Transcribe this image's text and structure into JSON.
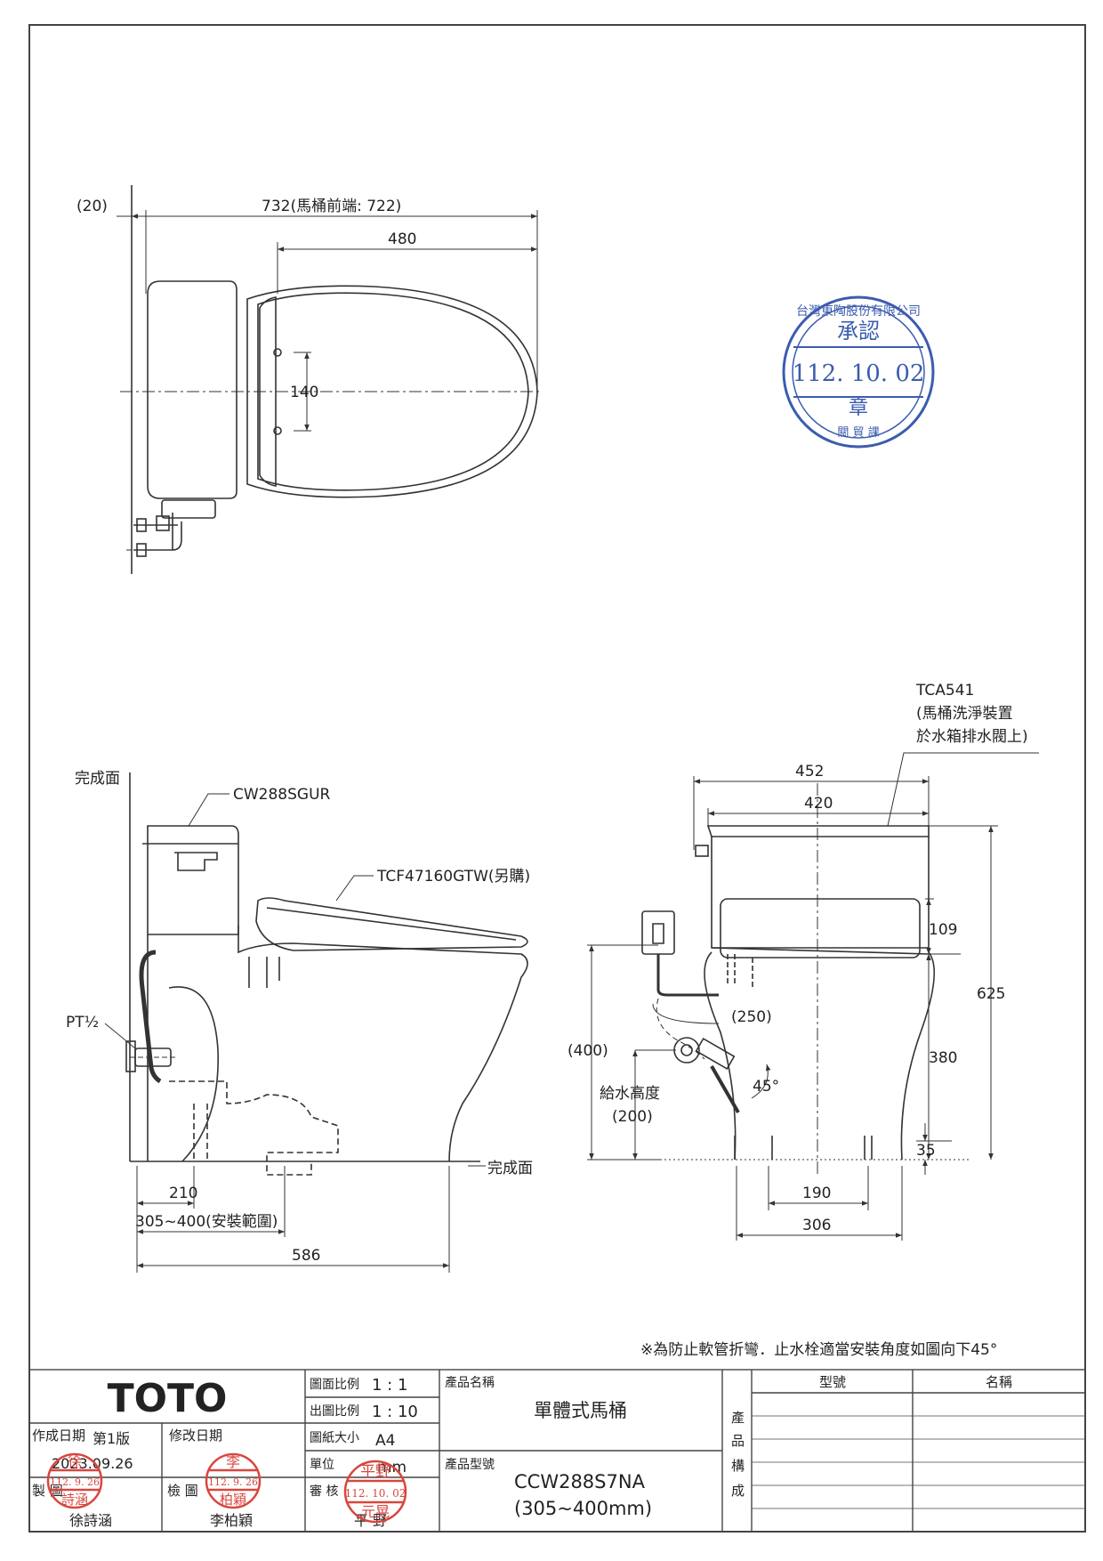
{
  "top_view": {
    "dim_20": "(20)",
    "dim_732": "732(馬桶前端: 722)",
    "dim_480": "480",
    "dim_140": "140"
  },
  "stamp_approval": {
    "ring_text": "台灣東陶股份有限公司",
    "approve": "承認",
    "date": "112. 10. 02",
    "seal": "章",
    "bottom": "關 貿 課"
  },
  "side_view": {
    "finish_surface_top": "完成面",
    "cw288sgur": "CW288SGUR",
    "tcf47160gtw": "TCF47160GTW(另購)",
    "pt": "PT½",
    "finish_surface_bottom": "完成面",
    "dim_210": "210",
    "dim_305_400": "305~400(安裝範圍)",
    "dim_586": "586"
  },
  "front_view": {
    "tca541_line1": "TCA541",
    "tca541_line2": "(馬桶洗淨裝置",
    "tca541_line3": "於水箱排水閥上)",
    "dim_452": "452",
    "dim_420": "420",
    "dim_109": "109",
    "dim_625": "625",
    "dim_250": "(250)",
    "dim_400": "(400)",
    "dim_380": "380",
    "angle_45": "45°",
    "supply_height": "給水高度",
    "supply_200": "(200)",
    "dim_35": "35",
    "dim_190": "190",
    "dim_306": "306"
  },
  "note": "※為防止軟管折彎．止水栓適當安裝角度如圖向下45°",
  "title_block": {
    "logo": "TOTO",
    "created_label": "作成日期",
    "edition": "第1版",
    "created_date": "2023.09.26",
    "revised_label": "修改日期",
    "drawn_label": "製 圖",
    "drawn_name": "徐詩涵",
    "checked_label": "檢 圖",
    "checked_name": "李柏穎",
    "reviewed_label": "審 核",
    "reviewed_name": "平 野",
    "drawing_scale_label": "圖面比例",
    "drawing_scale": "1 : 1",
    "output_scale_label": "出圖比例",
    "output_scale": "1 : 10",
    "paper_size_label": "圖紙大小",
    "paper_size": "A4",
    "unit_label": "單位",
    "unit": "mm",
    "product_name_label": "產品名稱",
    "product_name": "單體式馬桶",
    "product_model_label": "產品型號",
    "product_model": "CCW288S7NA",
    "product_range": "(305~400mm)",
    "composition_label": [
      "產",
      "品",
      "構",
      "成"
    ],
    "model_col": "型號",
    "name_col": "名稱"
  },
  "stamps": {
    "drawn": {
      "top": "徐",
      "date": "112. 9. 26",
      "bottom": "詩涵"
    },
    "checked": {
      "top": "李",
      "date": "112. 9. 26",
      "bottom": "柏穎"
    },
    "reviewed": {
      "top": "平野",
      "date": "112. 10. 02",
      "bottom": "元晃"
    }
  }
}
